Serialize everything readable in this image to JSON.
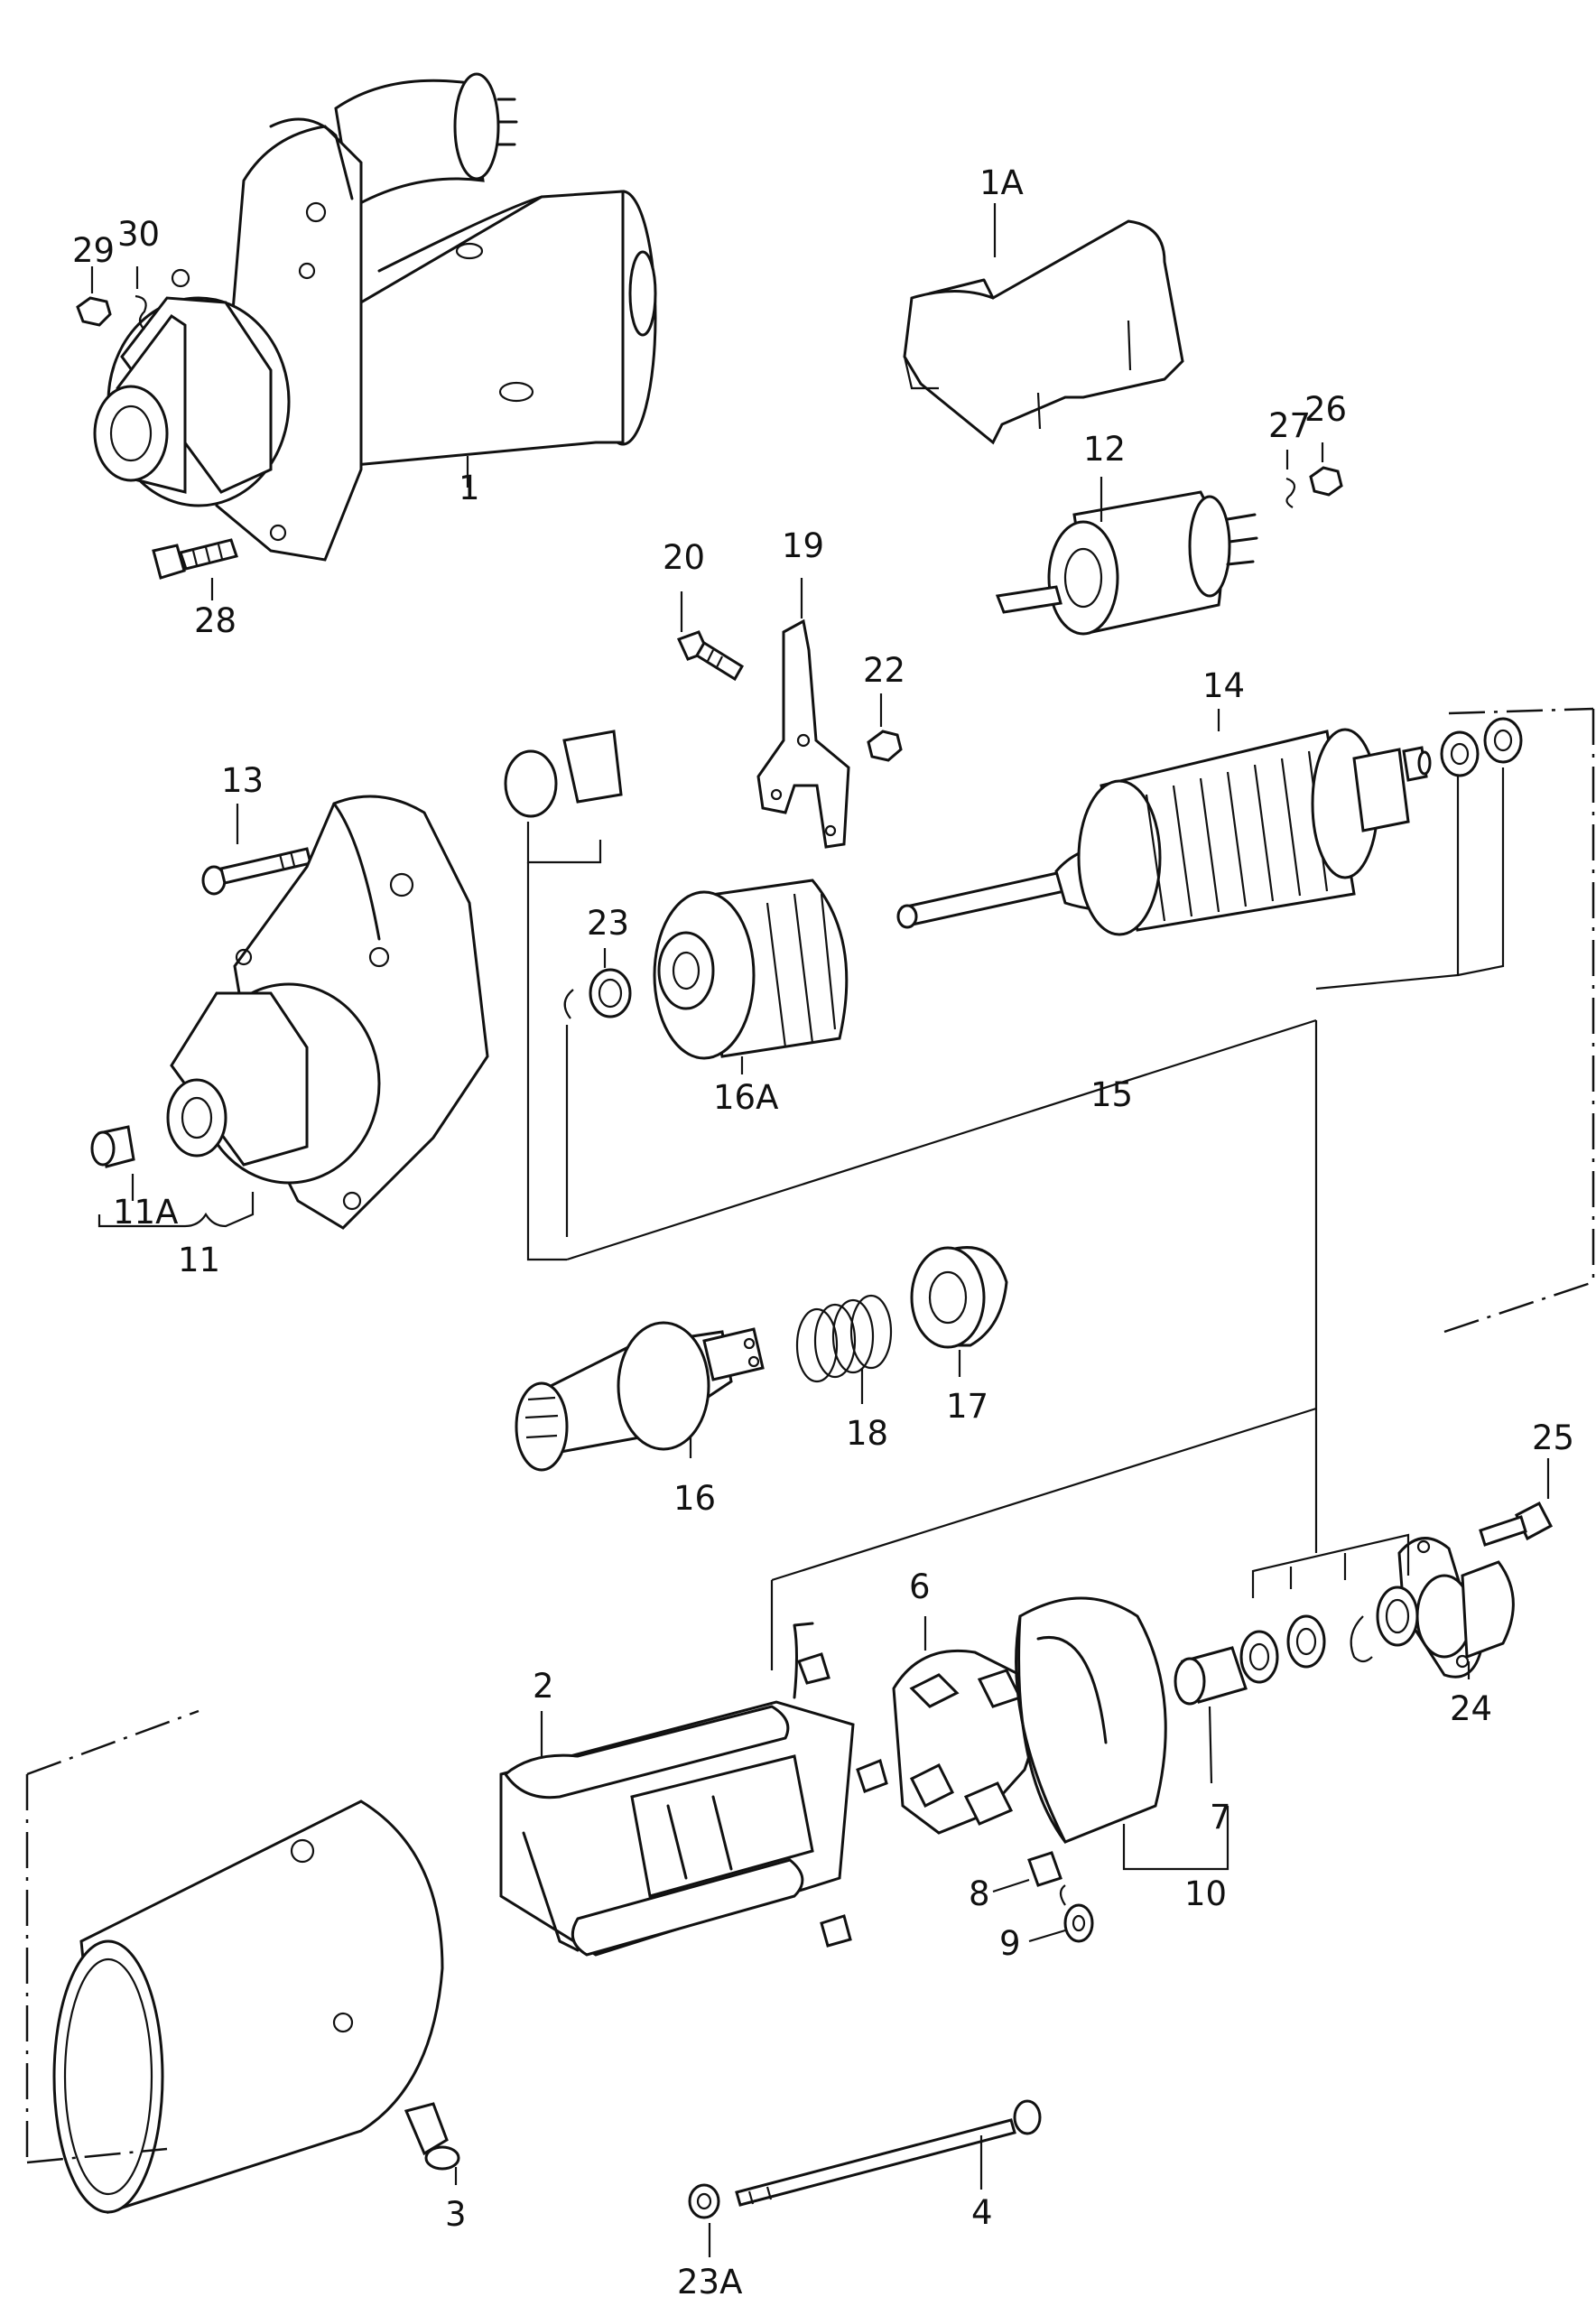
{
  "labels": {
    "p1": "1",
    "p1A": "1A",
    "p2": "2",
    "p3": "3",
    "p4": "4",
    "p6": "6",
    "p7": "7",
    "p8": "8",
    "p9": "9",
    "p10": "10",
    "p11": "11",
    "p11A": "11A",
    "p12": "12",
    "p13": "13",
    "p14": "14",
    "p15": "15",
    "p16": "16",
    "p16A": "16A",
    "p17": "17",
    "p18": "18",
    "p19": "19",
    "p20": "20",
    "p22": "22",
    "p23": "23",
    "p23A": "23A",
    "p24": "24",
    "p25": "25",
    "p26": "26",
    "p27": "27",
    "p28": "28",
    "p29": "29",
    "p30": "30"
  },
  "colors": {
    "line": "#111111",
    "background": "#ffffff"
  }
}
